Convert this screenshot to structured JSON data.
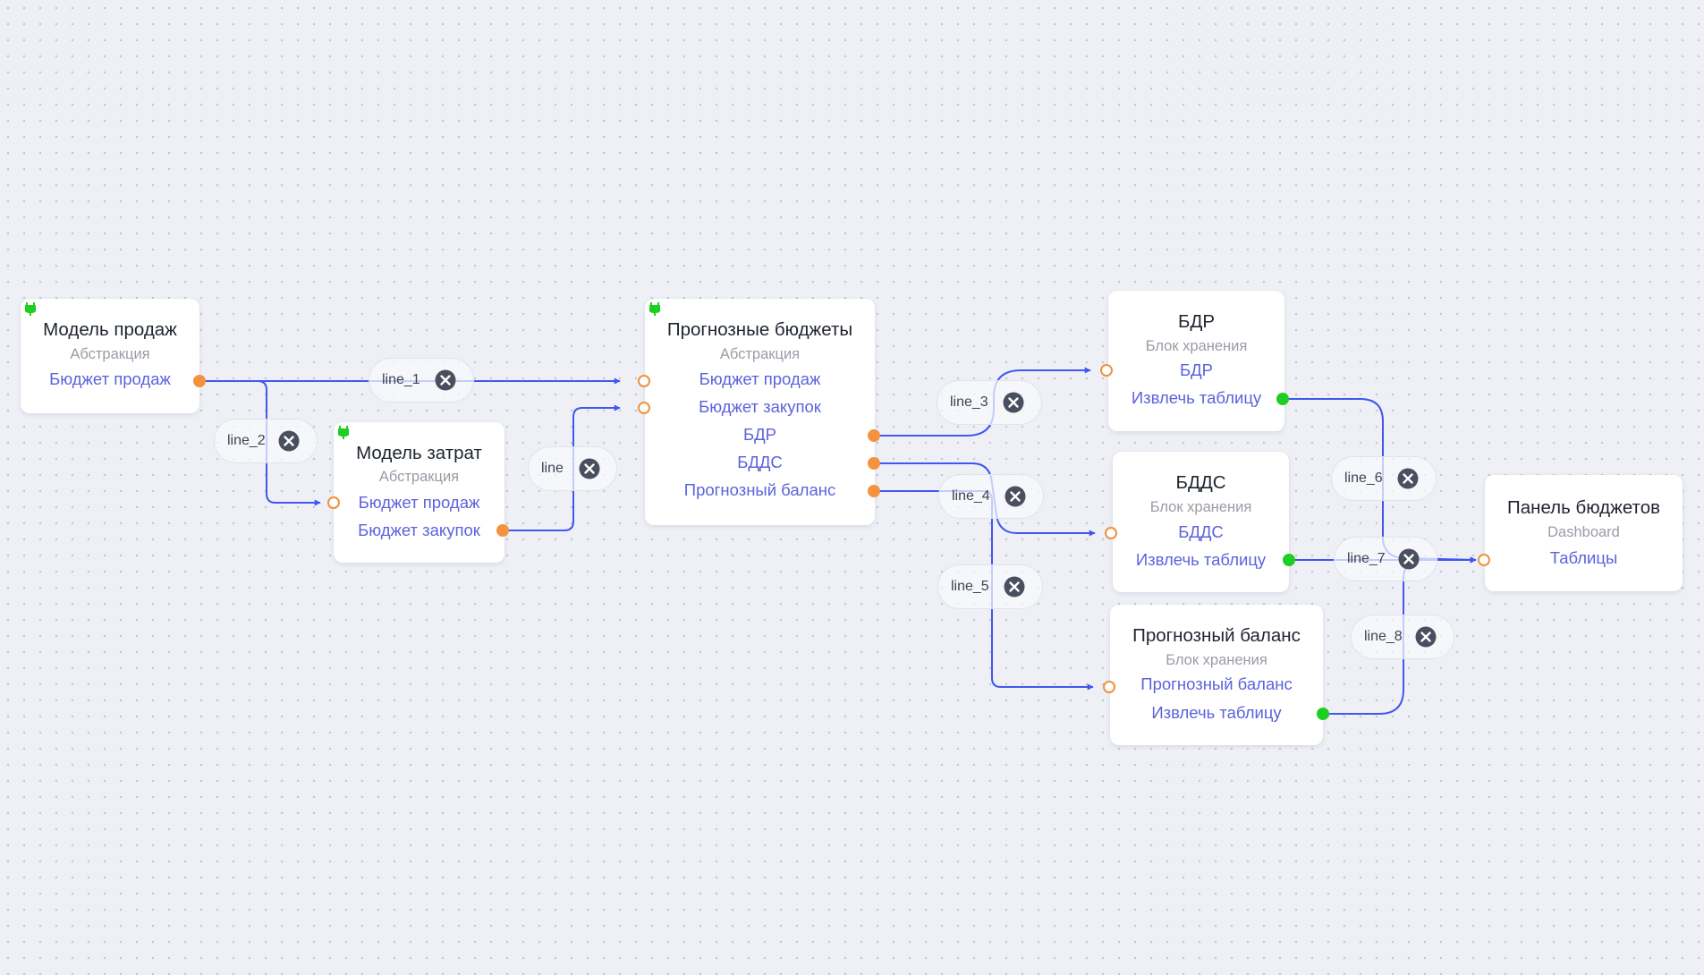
{
  "colors": {
    "edge": "#4057f0",
    "port_in_border": "#f0913d",
    "port_out_orange": "#f5923e",
    "port_out_green": "#1fce22",
    "port_text": "#5b63dc",
    "subtitle": "#9a9ca6",
    "plug_icon": "#1fce22",
    "close_icon": "#4a4f60"
  },
  "nodes": {
    "sales_model": {
      "title": "Модель продаж",
      "subtitle": "Абстракция",
      "icon": "plug-icon",
      "ports": [
        "Бюджет продаж"
      ]
    },
    "cost_model": {
      "title": "Модель затрат",
      "subtitle": "Абстракция",
      "icon": "plug-icon",
      "ports": [
        "Бюджет продаж",
        "Бюджет закупок"
      ]
    },
    "forecast_budgets": {
      "title": "Прогнозные бюджеты",
      "subtitle": "Абстракция",
      "icon": "plug-icon",
      "ports": [
        "Бюджет продаж",
        "Бюджет закупок",
        "БДР",
        "БДДС",
        "Прогнозный баланс"
      ]
    },
    "bdr": {
      "title": "БДР",
      "subtitle": "Блок хранения",
      "ports": [
        "БДР",
        "Извлечь таблицу"
      ]
    },
    "bdds": {
      "title": "БДДС",
      "subtitle": "Блок хранения",
      "ports": [
        "БДДС",
        "Извлечь таблицу"
      ]
    },
    "forecast_balance": {
      "title": "Прогнозный баланс",
      "subtitle": "Блок хранения",
      "ports": [
        "Прогнозный баланс",
        "Извлечь таблицу"
      ]
    },
    "budget_panel": {
      "title": "Панель бюджетов",
      "subtitle": "Dashboard",
      "ports": [
        "Таблицы"
      ]
    }
  },
  "edges": [
    {
      "label": "line_1",
      "close_icon": "close-circle-icon"
    },
    {
      "label": "line_2",
      "close_icon": "close-circle-icon"
    },
    {
      "label": "line",
      "close_icon": "close-circle-icon"
    },
    {
      "label": "line_3",
      "close_icon": "close-circle-icon"
    },
    {
      "label": "line_4",
      "close_icon": "close-circle-icon"
    },
    {
      "label": "line_5",
      "close_icon": "close-circle-icon"
    },
    {
      "label": "line_6",
      "close_icon": "close-circle-icon"
    },
    {
      "label": "line_7",
      "close_icon": "close-circle-icon"
    },
    {
      "label": "line_8",
      "close_icon": "close-circle-icon"
    }
  ]
}
